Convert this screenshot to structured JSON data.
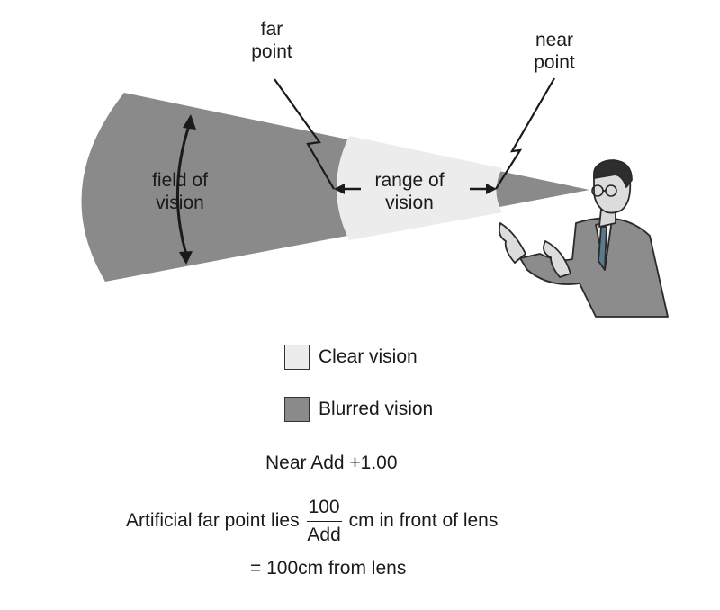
{
  "labels": {
    "far_point": [
      "far",
      "point"
    ],
    "near_point": [
      "near",
      "point"
    ],
    "field_of_vision": [
      "field of",
      "vision"
    ],
    "range_of_vision": [
      "range of",
      "vision"
    ]
  },
  "legend": [
    {
      "label": "Clear vision",
      "color": "#ececec"
    },
    {
      "label": "Blurred vision",
      "color": "#8a8a8a"
    }
  ],
  "near_add": "Near Add +1.00",
  "formula": {
    "prefix": "Artificial far point lies",
    "numerator": "100",
    "denominator": "Add",
    "suffix": "cm in front of lens",
    "result": "=  100cm from lens"
  },
  "colors": {
    "blurred": "#8a8a8a",
    "clear": "#ececec",
    "outline": "#1a1a1a"
  }
}
